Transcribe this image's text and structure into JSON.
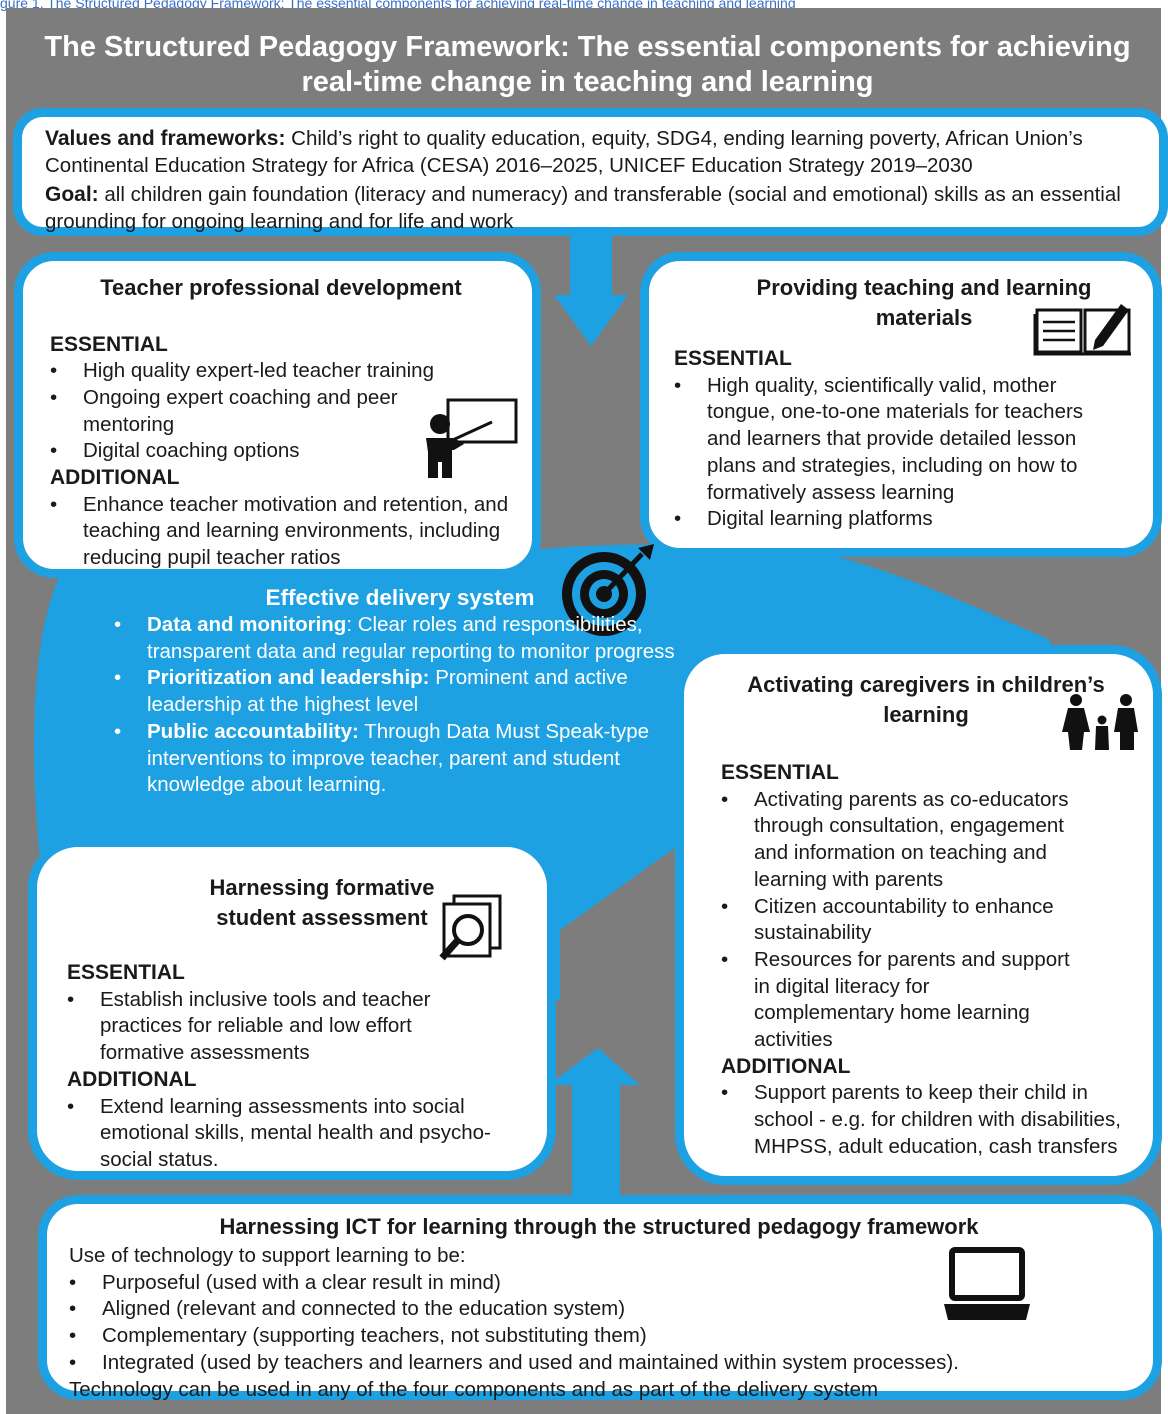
{
  "caption_fragment": "gure 1. The Structured Pedagogy Framework: The essential components for achieving real-time change in teaching and learning",
  "title": "The Structured Pedagogy Framework: The essential components for achieving real-time change in teaching and learning",
  "colors": {
    "accent_blue": "#1ea1e2",
    "frame_gray": "#7d7d7d"
  },
  "values": {
    "label": "Values and frameworks:",
    "text": "Child’s right to quality education, equity, SDG4, ending learning poverty, African Union’s Continental Education Strategy for Africa (CESA) 2016–2025, UNICEF Education Strategy 2019–2030",
    "goal_label": "Goal:",
    "goal_text": "all children gain foundation (literacy and numeracy) and transferable (social and emotional) skills as an essential grounding for ongoing learning and for life and work"
  },
  "teacher": {
    "title": "Teacher professional development",
    "icon": "teacher-at-board-icon",
    "essential_label": "ESSENTIAL",
    "essential": [
      "High quality expert-led teacher training",
      "Ongoing expert coaching and peer mentoring",
      "Digital coaching options"
    ],
    "additional_label": "ADDITIONAL",
    "additional": [
      "Enhance teacher motivation and retention, and teaching and learning environments, including reducing pupil teacher ratios"
    ]
  },
  "materials": {
    "title": "Providing teaching and learning materials",
    "icon": "book-pencil-icon",
    "essential_label": "ESSENTIAL",
    "essential": [
      "High quality, scientifically valid, mother tongue, one-to-one materials for teachers and learners that provide detailed lesson plans and strategies, including on how to formatively assess learning",
      "Digital learning platforms"
    ]
  },
  "delivery": {
    "title": "Effective delivery system",
    "icon": "target-icon",
    "items": [
      {
        "bold": "Data and monitoring",
        "text": ": Clear roles and responsibilities, transparent data and regular reporting to monitor progress"
      },
      {
        "bold": "Prioritization and leadership:",
        "text": " Prominent and active leadership at the highest level"
      },
      {
        "bold": "Public accountability:",
        "text": " Through Data Must Speak-type interventions to improve teacher, parent and student knowledge about learning."
      }
    ]
  },
  "caregivers": {
    "title": "Activating caregivers in children’s learning",
    "icon": "family-icon",
    "essential_label": "ESSENTIAL",
    "essential": [
      "Activating parents as co-educators through consultation, engagement and information on teaching and learning with parents",
      "Citizen accountability to enhance sustainability",
      "Resources for parents and support in digital literacy for complementary home learning activities"
    ],
    "additional_label": "ADDITIONAL",
    "additional": [
      "Support parents to keep their child in school - e.g. for children with disabilities, MHPSS, adult education, cash transfers"
    ]
  },
  "assessment": {
    "title": "Harnessing formative student assessment",
    "icon": "magnifier-documents-icon",
    "essential_label": "ESSENTIAL",
    "essential": [
      "Establish inclusive tools and teacher practices for reliable and low effort formative assessments"
    ],
    "additional_label": "ADDITIONAL",
    "additional": [
      "Extend learning assessments into social emotional skills, mental health and psycho-social status."
    ]
  },
  "ict": {
    "title": "Harnessing ICT for learning through the structured pedagogy framework",
    "icon": "laptop-icon",
    "intro": "Use of technology to support learning to be:",
    "items": [
      "Purposeful (used with a clear result in mind)",
      "Aligned (relevant and connected to the education system)",
      "Complementary (supporting teachers, not substituting them)",
      "Integrated (used by teachers and learners and used and maintained within system processes)."
    ],
    "footer": "Technology can be used in any of the four components and as part of the delivery system"
  }
}
